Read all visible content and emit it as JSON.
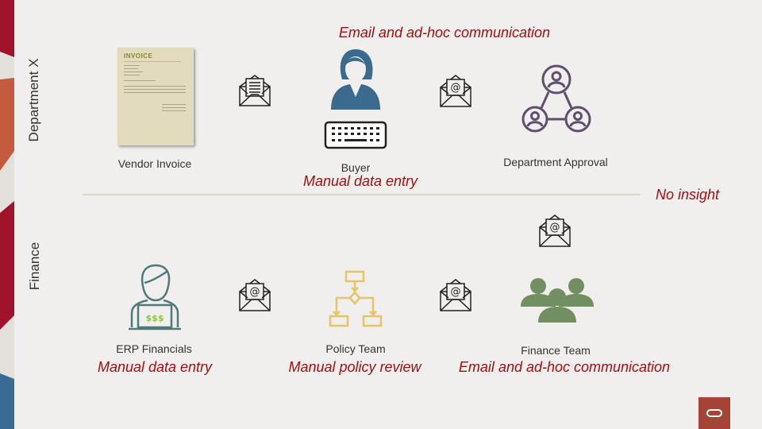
{
  "lanes": [
    {
      "label": "Department X"
    },
    {
      "label": "Finance"
    }
  ],
  "department_x": {
    "top_annotation": "Email and ad-hoc communication",
    "nodes": [
      {
        "label": "Vendor Invoice",
        "icon": "invoice-document-icon"
      },
      {
        "label": "Buyer",
        "icon": "buyer-person-icon",
        "annotation": "Manual data entry"
      },
      {
        "label": "Department Approval",
        "icon": "approval-network-icon"
      }
    ],
    "connectors": [
      {
        "icon": "envelope-document-icon"
      },
      {
        "icon": "envelope-at-icon"
      }
    ]
  },
  "divider_annotation": "No insight",
  "finance": {
    "nodes": [
      {
        "label": "ERP Financials",
        "icon": "erp-person-laptop-icon",
        "annotation": "Manual data entry",
        "laptop_text": "$$$"
      },
      {
        "label": "Policy Team",
        "icon": "flowchart-icon",
        "annotation": "Manual policy review"
      },
      {
        "label": "Finance Team",
        "icon": "team-group-icon",
        "annotation": "Email and ad-hoc communication"
      }
    ],
    "connectors": [
      {
        "icon": "envelope-at-icon"
      },
      {
        "icon": "envelope-at-icon"
      },
      {
        "icon": "envelope-at-icon"
      }
    ]
  },
  "invoice_doc": {
    "title": "INVOICE"
  },
  "colors": {
    "accent_red": "#a50e0e",
    "buyer_blue": "#3b6a8f",
    "approval_purple": "#5e4f6e",
    "erp_teal": "#4e7b7a",
    "erp_green_text": "#8dc63f",
    "policy_gold": "#e5c46a",
    "team_green": "#728f64",
    "logo_red": "#a44437"
  }
}
